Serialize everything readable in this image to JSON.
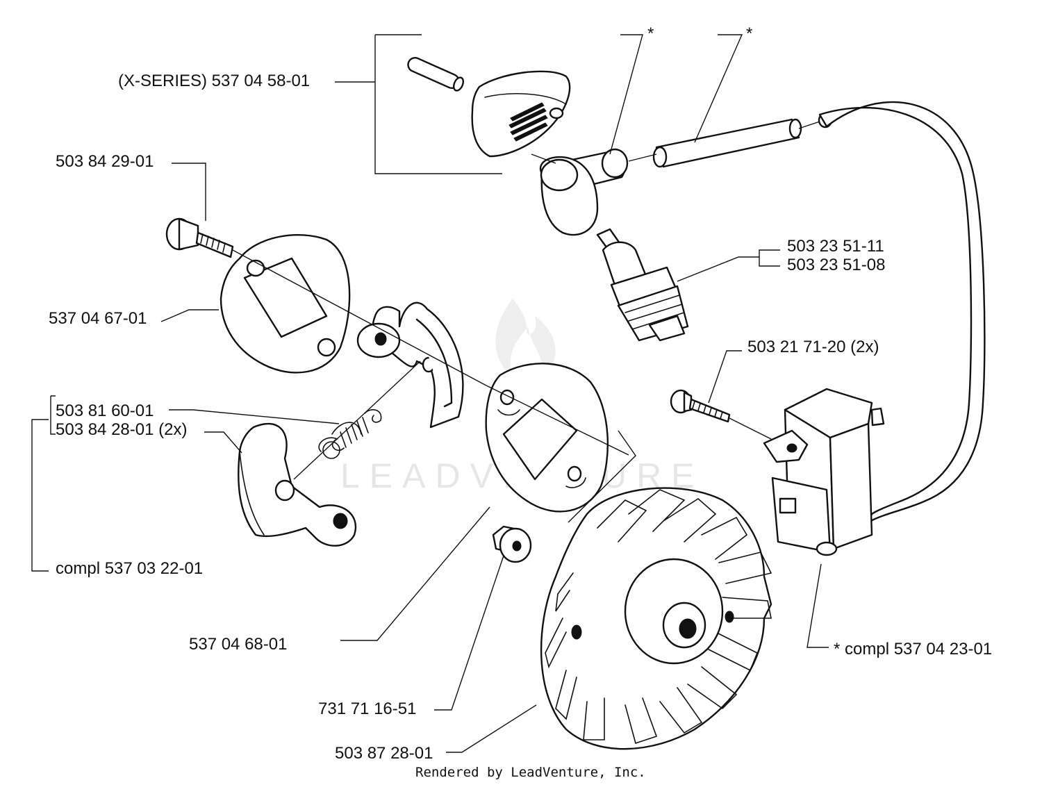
{
  "labels": {
    "x_series_cover": "(X-SERIES) 537 04 58-01",
    "bolt_top": "503 84 29-01",
    "cover_plate_left": "537 04 67-01",
    "spring_a": "503 81 60-01",
    "spring_b": "503 84 28-01 (2x)",
    "clutch_compl": "compl 537 03 22-01",
    "plate_right": "537 04 68-01",
    "nut": "731 71 16-51",
    "flywheel": "503 87 28-01",
    "spark_plug_a": "503 23 51-11",
    "spark_plug_b": "503 23 51-08",
    "screw_ignition": "503 21 71-20 (2x)",
    "ignition_compl": "* compl 537 04 23-01",
    "asterisk_1": "*",
    "asterisk_2": "*"
  },
  "footer": "Rendered by LeadVenture, Inc.",
  "watermark": "LEADVENTURE"
}
